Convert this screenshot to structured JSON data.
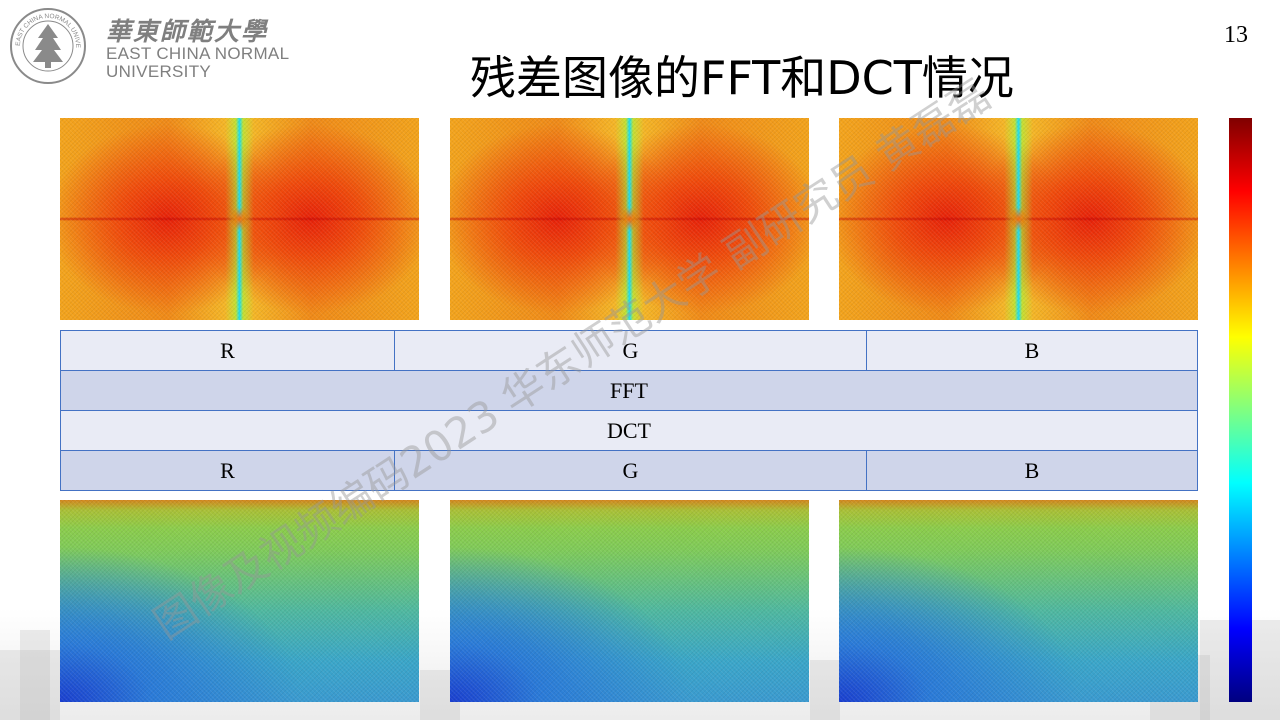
{
  "header": {
    "logo_cn": "華東師範大學",
    "logo_en_line1": "EAST CHINA NORMAL",
    "logo_en_line2": "UNIVERSITY",
    "seal_text": "EAST CHINA NORMAL UNIVERSITY",
    "page_number": "13"
  },
  "slide": {
    "title": "残差图像的FFT和DCT情况"
  },
  "table": {
    "channels_top": [
      "R",
      "G",
      "B"
    ],
    "fft_label": "FFT",
    "dct_label": "DCT",
    "channels_bottom": [
      "R",
      "G",
      "B"
    ]
  },
  "colors": {
    "table_border": "#4472c4",
    "row_light": "#e9ebf5",
    "row_dark": "#cfd5ea",
    "logo_gray": "#7f7f7f"
  },
  "watermark": {
    "text": "图像及视频编码2023 华东师范大学 副研究员 黄磊磊"
  },
  "icons": {
    "university_seal": "seal-icon"
  }
}
